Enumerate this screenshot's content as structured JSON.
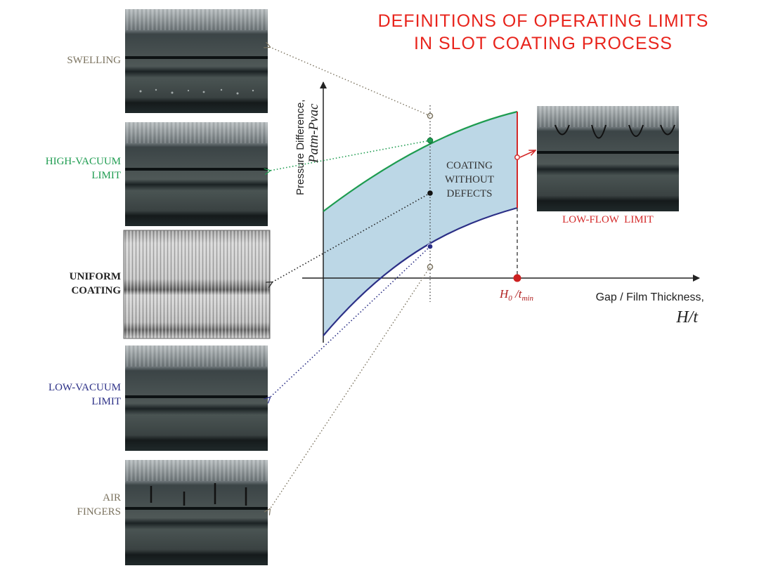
{
  "title": {
    "line1": "DEFINITIONS OF OPERATING LIMITS",
    "line2": "IN SLOT COATING PROCESS",
    "color": "#e8241c"
  },
  "axes": {
    "y_label_line1": "Pressure Difference,",
    "y_label_line2": "Patm-Pvac",
    "x_label_line1": "Gap / Film Thickness,",
    "x_label_line2": "H/t",
    "critical_point": "H0 /tmin",
    "critical_point_main": "H",
    "critical_point_sub0": "0",
    "critical_point_mid": " /t",
    "critical_point_sub": "min"
  },
  "region_label": {
    "line1": "COATING",
    "line2": "WITHOUT",
    "line3": "DEFECTS",
    "fill": "#bcd7e6"
  },
  "limits": [
    {
      "id": "swelling",
      "label_lines": [
        "SWELLING"
      ],
      "color": "#7b735f",
      "bold": false
    },
    {
      "id": "high-vacuum",
      "label_lines": [
        "HIGH-VACUUM",
        "LIMIT"
      ],
      "color": "#1e9c50",
      "bold": false
    },
    {
      "id": "uniform",
      "label_lines": [
        "UNIFORM",
        "COATING"
      ],
      "color": "#222222",
      "bold": true
    },
    {
      "id": "low-vacuum",
      "label_lines": [
        "LOW-VACUUM",
        "LIMIT"
      ],
      "color": "#2b2f86",
      "bold": false
    },
    {
      "id": "air-fingers",
      "label_lines": [
        "AIR",
        "FINGERS"
      ],
      "color": "#7b735f",
      "bold": false
    }
  ],
  "low_flow": {
    "label": "LOW-FLOW  LIMIT",
    "color": "#d42a2a"
  },
  "colors": {
    "upper_curve": "#1e9c50",
    "lower_curve": "#2b2f86",
    "low_flow_line": "#d42a2a",
    "axis": "#222222"
  }
}
